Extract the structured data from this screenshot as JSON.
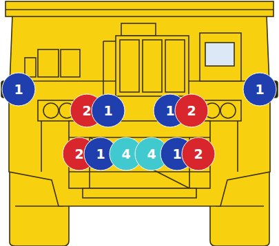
{
  "diagram": {
    "nodes": [
      {
        "text": [
          "1"
        ]
      },
      {
        "text": [
          "1"
        ]
      },
      {
        "text": [
          "2"
        ]
      },
      {
        "text": [
          "1"
        ]
      },
      {
        "text": [
          "1"
        ]
      },
      {
        "text": [
          "2"
        ]
      },
      {
        "text": [
          "2"
        ]
      },
      {
        "text": [
          "1"
        ]
      },
      {
        "text": [
          "4"
        ]
      },
      {
        "text": [
          "4"
        ]
      },
      {
        "text": [
          "1"
        ]
      },
      {
        "text": [
          "2"
        ]
      }
    ]
  }
}
